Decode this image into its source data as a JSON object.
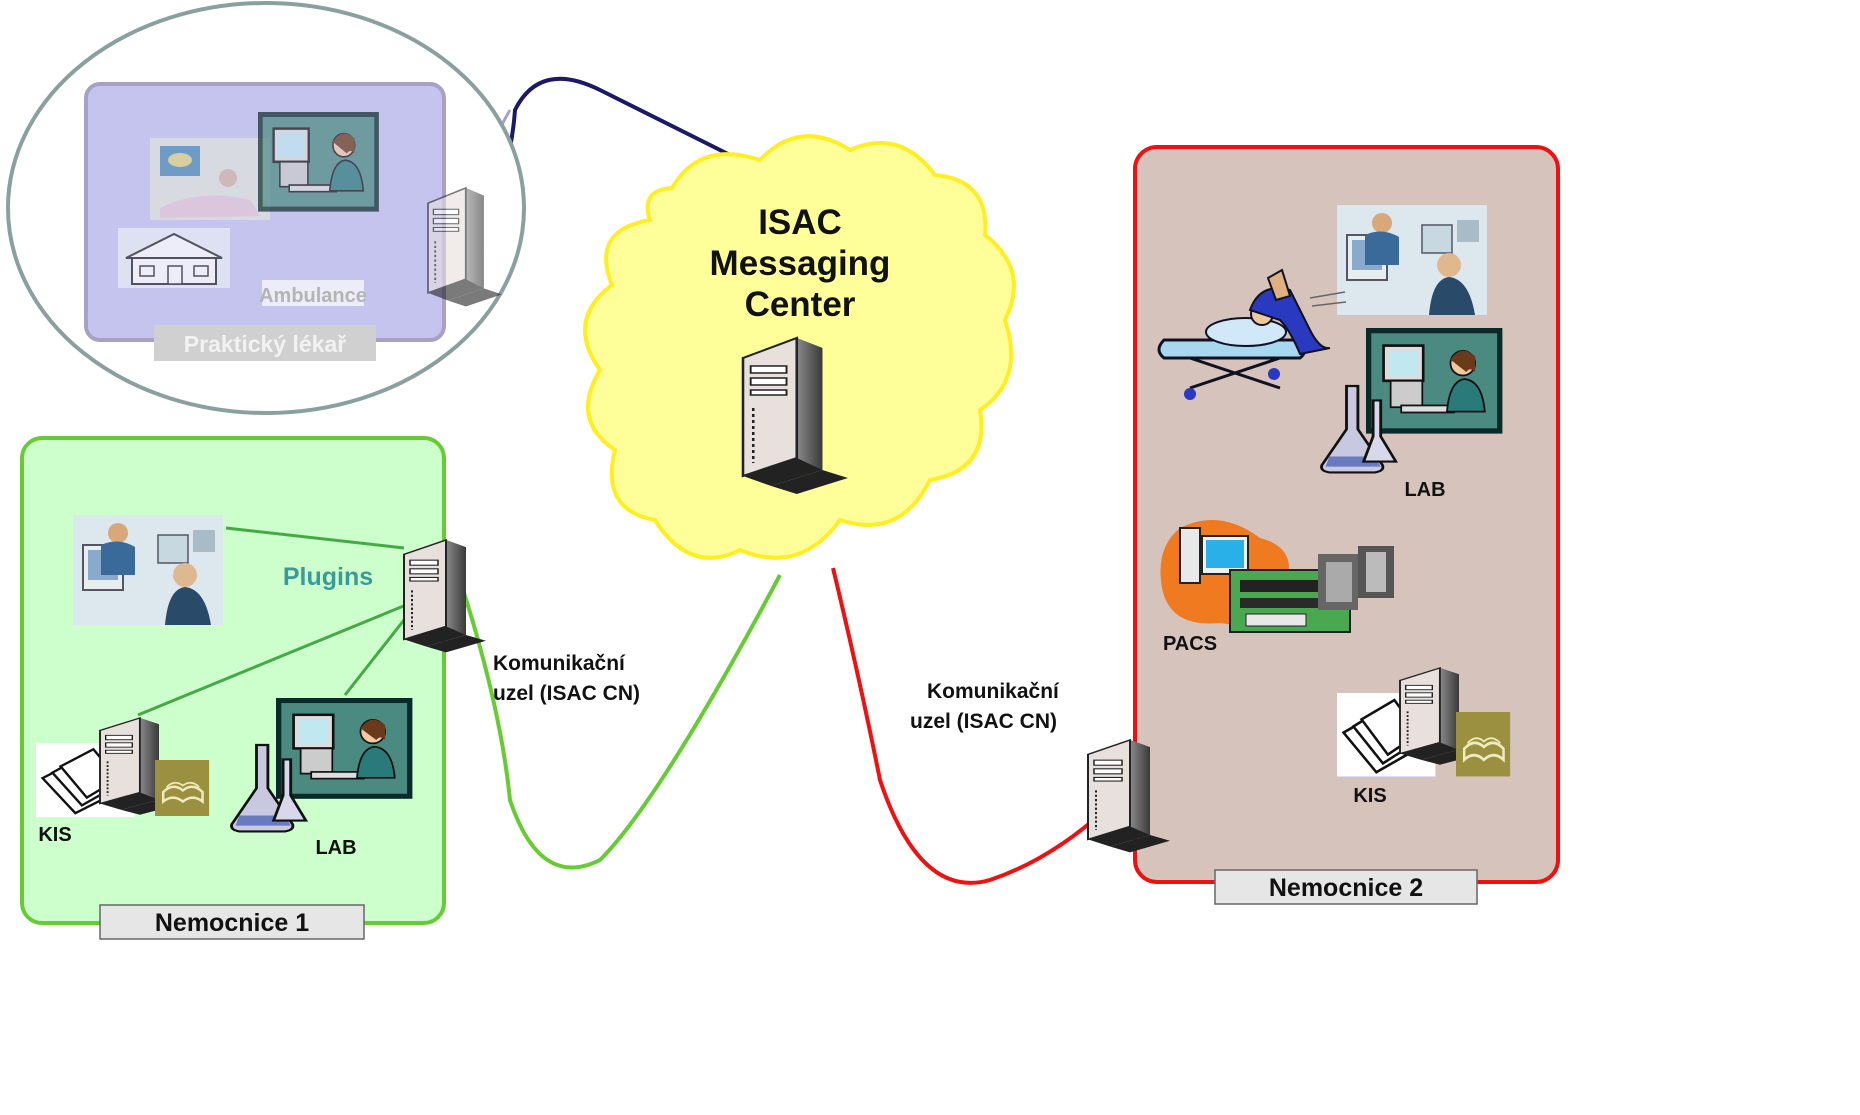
{
  "cloud": {
    "title_line1": "ISAC",
    "title_line2": "Messaging",
    "title_line3": "Center"
  },
  "prakticky": {
    "group_label": "Praktický lékař",
    "ambulance_label": "Ambulance"
  },
  "nemocnice1": {
    "group_label": "Nemocnice 1",
    "plugins_label": "Plugins",
    "kis_label": "KIS",
    "lab_label": "LAB",
    "node_label_line1": "Komunikační",
    "node_label_line2": "uzel (ISAC CN)"
  },
  "nemocnice2": {
    "group_label": "Nemocnice 2",
    "lab_label": "LAB",
    "pacs_label": "PACS",
    "kis_label": "KIS",
    "node_label_line1": "Komunikační",
    "node_label_line2": "uzel (ISAC CN)"
  },
  "colors": {
    "nemocnice1_fill": "#ccffcc",
    "nemocnice1_border": "#66cc33",
    "nemocnice2_fill": "#d6c4bc",
    "nemocnice2_border": "#ee1111",
    "prakticky_fill": "#c4c4ee",
    "ellipse_border": "#8aa0a0",
    "cloud_fill": "#ffff99",
    "cloud_border": "#ffee22",
    "link_prakticky": "#1a1a66",
    "link_nemocnice1": "#66cc33",
    "link_nemocnice2": "#ee1111",
    "plugins_text": "#3a9a9a"
  }
}
